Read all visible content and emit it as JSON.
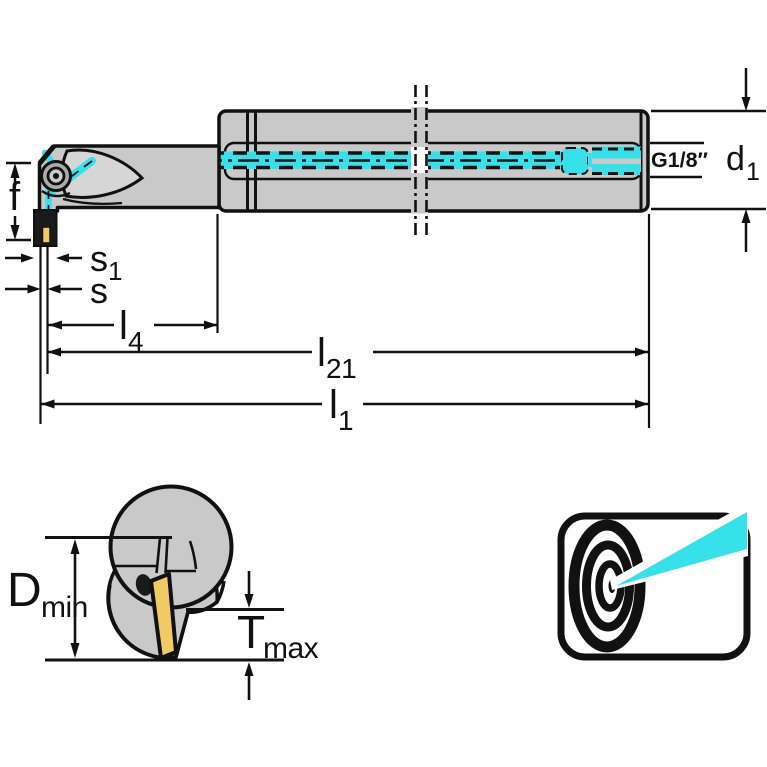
{
  "drawing": {
    "type": "technical-tool-drawing",
    "labels": {
      "f": {
        "base": "f"
      },
      "s1": {
        "base": "s",
        "sub": "1"
      },
      "s": {
        "base": "s"
      },
      "l4": {
        "base": "l",
        "sub": "4"
      },
      "l21": {
        "base": "l",
        "sub": "21"
      },
      "l1": {
        "base": "l",
        "sub": "1"
      },
      "thread": "G1/8″",
      "d1": {
        "base": "d",
        "sub": "1"
      },
      "dmin": {
        "base": "D",
        "sub": "min"
      },
      "tmax": {
        "base": "T",
        "sub": "max"
      }
    },
    "colors": {
      "coolant_cyan": "#35E2EA",
      "body_gray": "#C9C9C9",
      "clamp_gray": "#D6D6D6",
      "insert_gold": "#F0CB64",
      "outline": "#111111"
    },
    "icons": [
      "precision-coolant-target-icon"
    ]
  }
}
